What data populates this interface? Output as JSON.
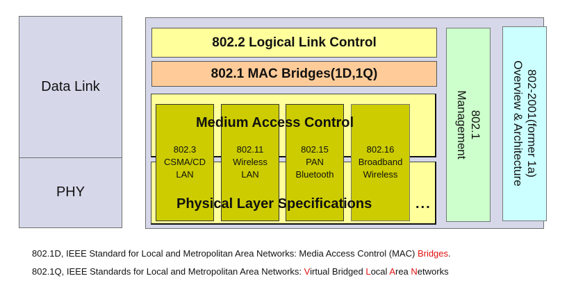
{
  "colors": {
    "layer_bg": "#d6d8ea",
    "llc": "#ffff9c",
    "mac_bridges": "#ffcc99",
    "standards_column": "#cccc00",
    "management": "#ccffcc",
    "overview": "#ccffff",
    "highlight_text": "#e01010"
  },
  "left_layers": {
    "data_link": "Data Link",
    "phy": "PHY"
  },
  "right": {
    "llc": "802.2 Logical Link Control",
    "mac_bridges": "802.1 MAC Bridges(1D,1Q)",
    "mac_title": "Medium Access Control",
    "phy_title": "Physical  Layer Specifications",
    "ellipsis": "...",
    "columns": [
      {
        "line1": "802.3",
        "line2": "CSMA/CD",
        "line3": "LAN"
      },
      {
        "line1": "802.11",
        "line2": "Wireless",
        "line3": "LAN"
      },
      {
        "line1": "802.15",
        "line2": "PAN",
        "line3": "Bluetooth"
      },
      {
        "line1": "802.16",
        "line2": "Broadband",
        "line3": "Wireless"
      }
    ],
    "management": {
      "line1": "802.1",
      "line2": "Management"
    },
    "overview": {
      "line1": "802-2001(former 1a)",
      "line2": "Overview & Architecture"
    }
  },
  "notes": {
    "note1": {
      "prefix": "802.1D, IEEE Standard for Local and Metropolitan Area Networks: Media Access Control (MAC) ",
      "highlight": "Bridges",
      "suffix": "."
    },
    "note2": {
      "prefix": "802.1Q, IEEE Standards for Local and Metropolitan Area Networks: ",
      "v": "V",
      "v_rest": "irtual Bridged ",
      "l": "L",
      "l_rest": "ocal ",
      "a": "A",
      "a_rest": "rea ",
      "n": "N",
      "n_rest": "etworks"
    }
  }
}
